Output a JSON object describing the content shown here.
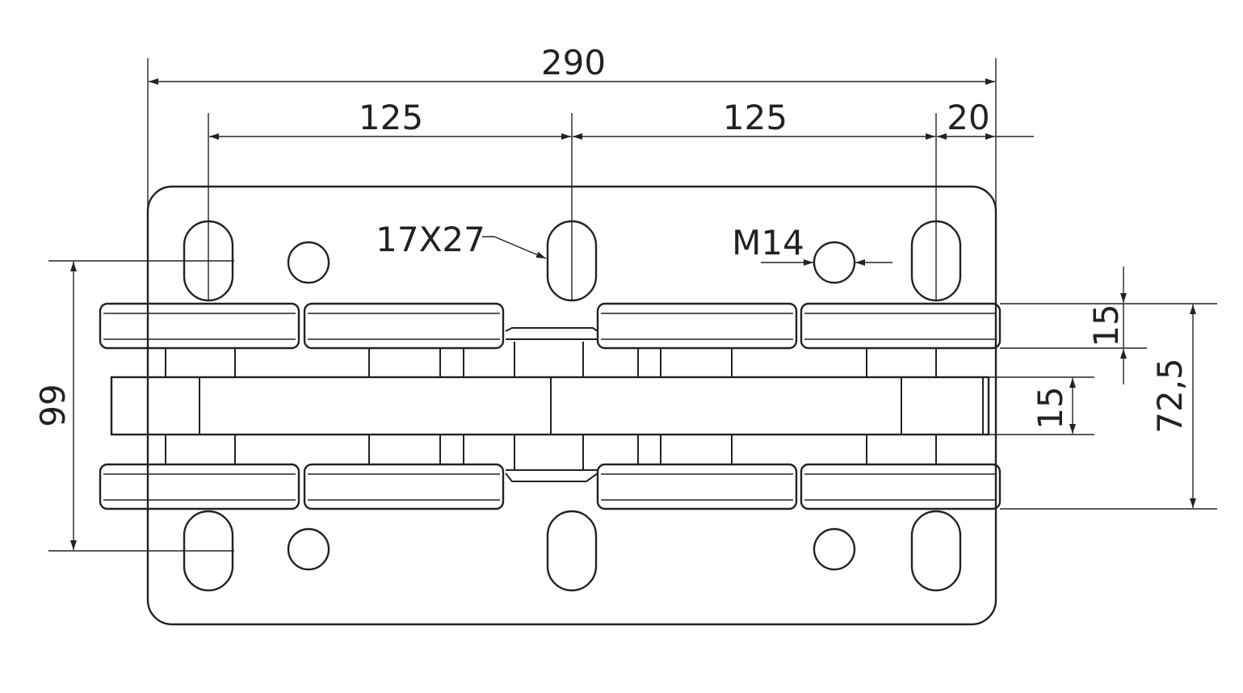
{
  "drawing": {
    "dimensions": {
      "overall_width": "290",
      "spacing_left": "125",
      "spacing_right": "125",
      "edge_offset": "20",
      "slot_label": "17X27",
      "thread_label": "M14",
      "upper_height": "15",
      "mid_height": "15",
      "outer_height": "72,5",
      "hole_pitch_vertical": "99"
    },
    "colors": {
      "line": "#222222",
      "background": "#ffffff"
    }
  }
}
